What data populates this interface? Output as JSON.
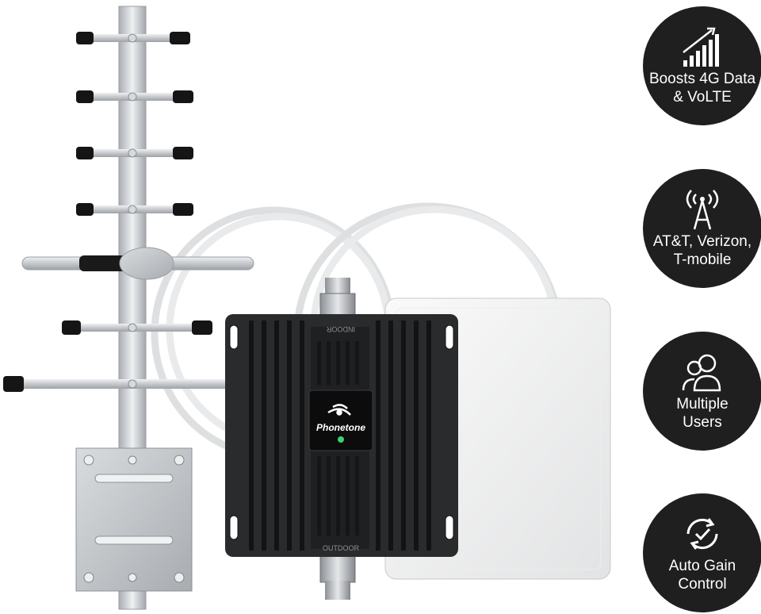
{
  "product": {
    "brand": "Phonetone",
    "port_top": "INDOOR",
    "port_bottom": "OUTDOOR"
  },
  "features": [
    {
      "icon": "signal-bars-icon",
      "label": "Boosts 4G Data\n& VoLTE"
    },
    {
      "icon": "cell-tower-icon",
      "label": "AT&T, Verizon,\nT-mobile"
    },
    {
      "icon": "users-icon",
      "label": "Multiple\nUsers"
    },
    {
      "icon": "auto-gain-icon",
      "label": "Auto Gain\nControl"
    }
  ],
  "colors": {
    "badge": "#1f1f1f",
    "booster": "#2a2b2d",
    "led": "#3bd16f",
    "antenna_metal": "#c9ccd0"
  }
}
